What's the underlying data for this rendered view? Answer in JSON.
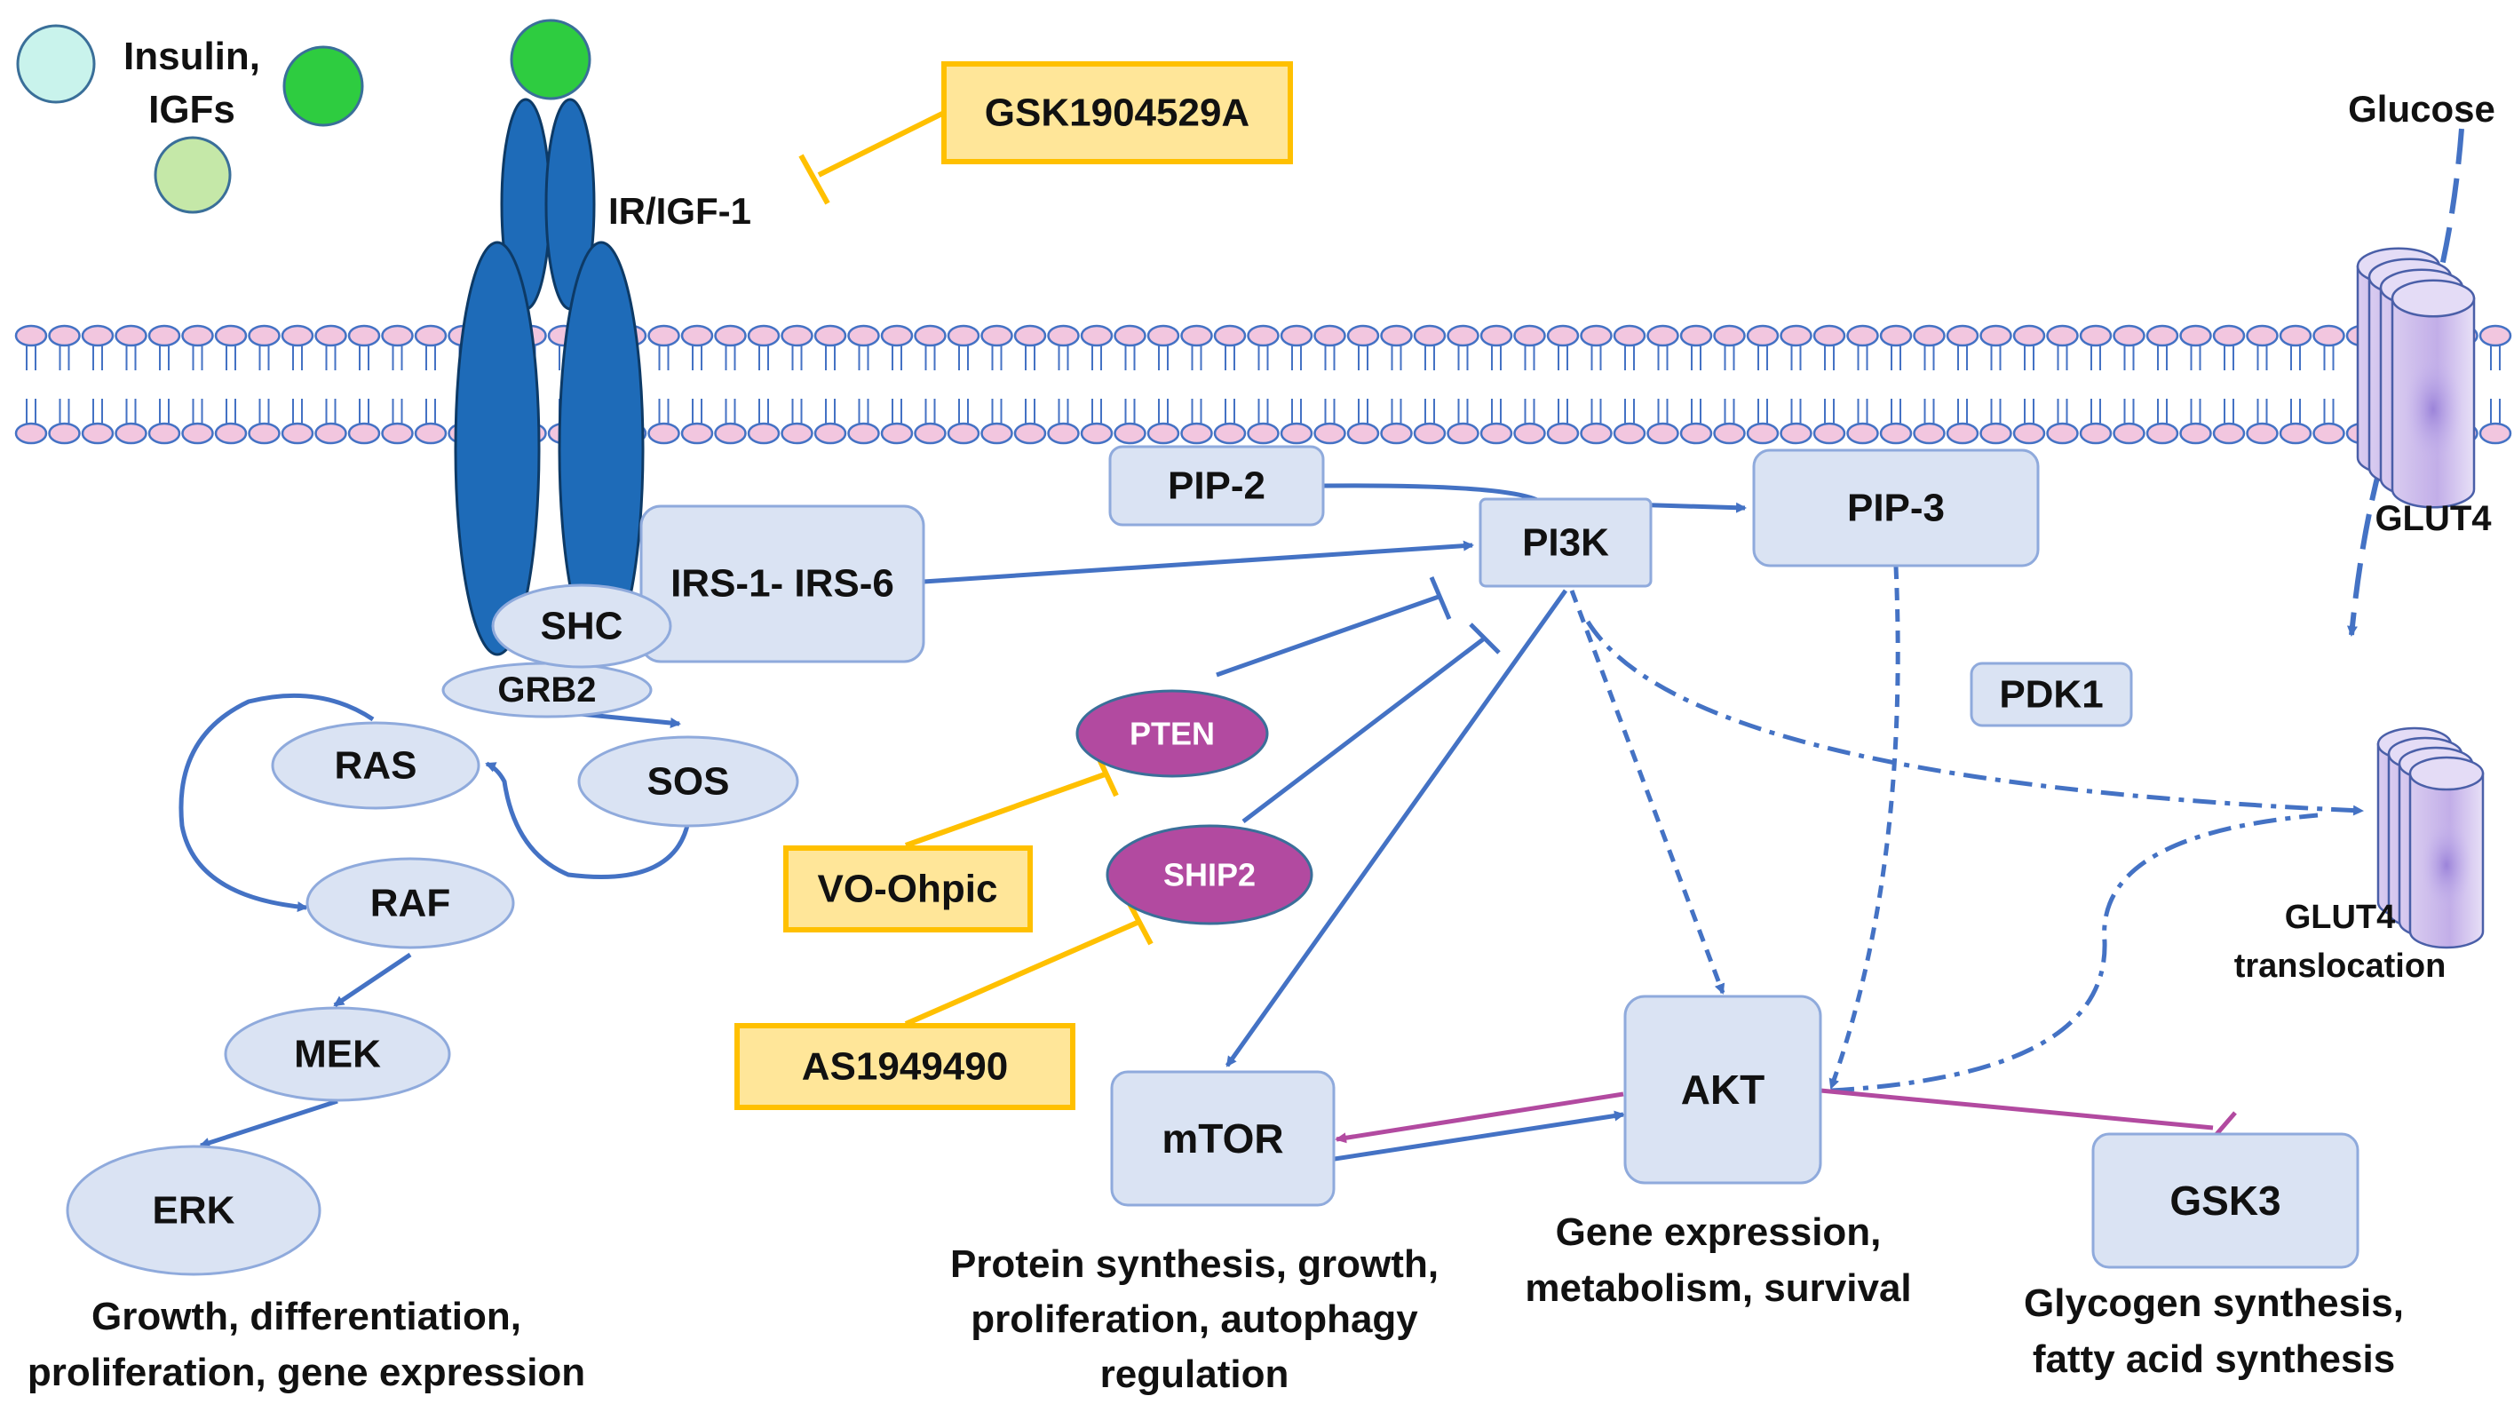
{
  "colors": {
    "node_fill": "#dae3f3",
    "node_stroke": "#8faadc",
    "arrow_blue": "#4472c4",
    "receptor_blue": "#1e6bb8",
    "inhibitor_fill": "#ffe699",
    "inhibitor_stroke": "#ffc000",
    "purple_node": "#b24aa0",
    "purple_arrow": "#b24aa0",
    "lipid_head": "#f2c6df",
    "ligand_dark": "#2ecc40",
    "ligand_light": "#c5e8a8",
    "ligand_cyan": "#c9f3ec"
  },
  "ligands": {
    "label_line1": "Insulin,",
    "label_line2": "IGFs"
  },
  "receptor": {
    "label": "IR/IGF-1"
  },
  "inhibitors": {
    "gsk": "GSK1904529A",
    "vo": "VO-Ohpic",
    "as": "AS1949490"
  },
  "nodes": {
    "irs": "IRS-1- IRS-6",
    "shc": "SHC",
    "grb2": "GRB2",
    "sos": "SOS",
    "ras": "RAS",
    "raf": "RAF",
    "mek": "MEK",
    "erk": "ERK",
    "pip2": "PIP-2",
    "pip3": "PIP-3",
    "pi3k": "PI3K",
    "pdk1": "PDK1",
    "pten": "PTEN",
    "ship2": "SHIP2",
    "akt": "AKT",
    "mtor": "mTOR",
    "gsk3": "GSK3"
  },
  "glucose": {
    "label": "Glucose",
    "transporter": "GLUT4",
    "translocation_line1": "GLUT4",
    "translocation_line2": "translocation"
  },
  "captions": {
    "erk_line1": "Growth, differentiation,",
    "erk_line2": "proliferation, gene expression",
    "mtor_line1": "Protein synthesis, growth,",
    "mtor_line2": "proliferation, autophagy",
    "mtor_line3": "regulation",
    "akt_line1": "Gene expression,",
    "akt_line2": "metabolism, survival",
    "gsk3_line1": "Glycogen synthesis,",
    "gsk3_line2": "fatty acid synthesis"
  }
}
